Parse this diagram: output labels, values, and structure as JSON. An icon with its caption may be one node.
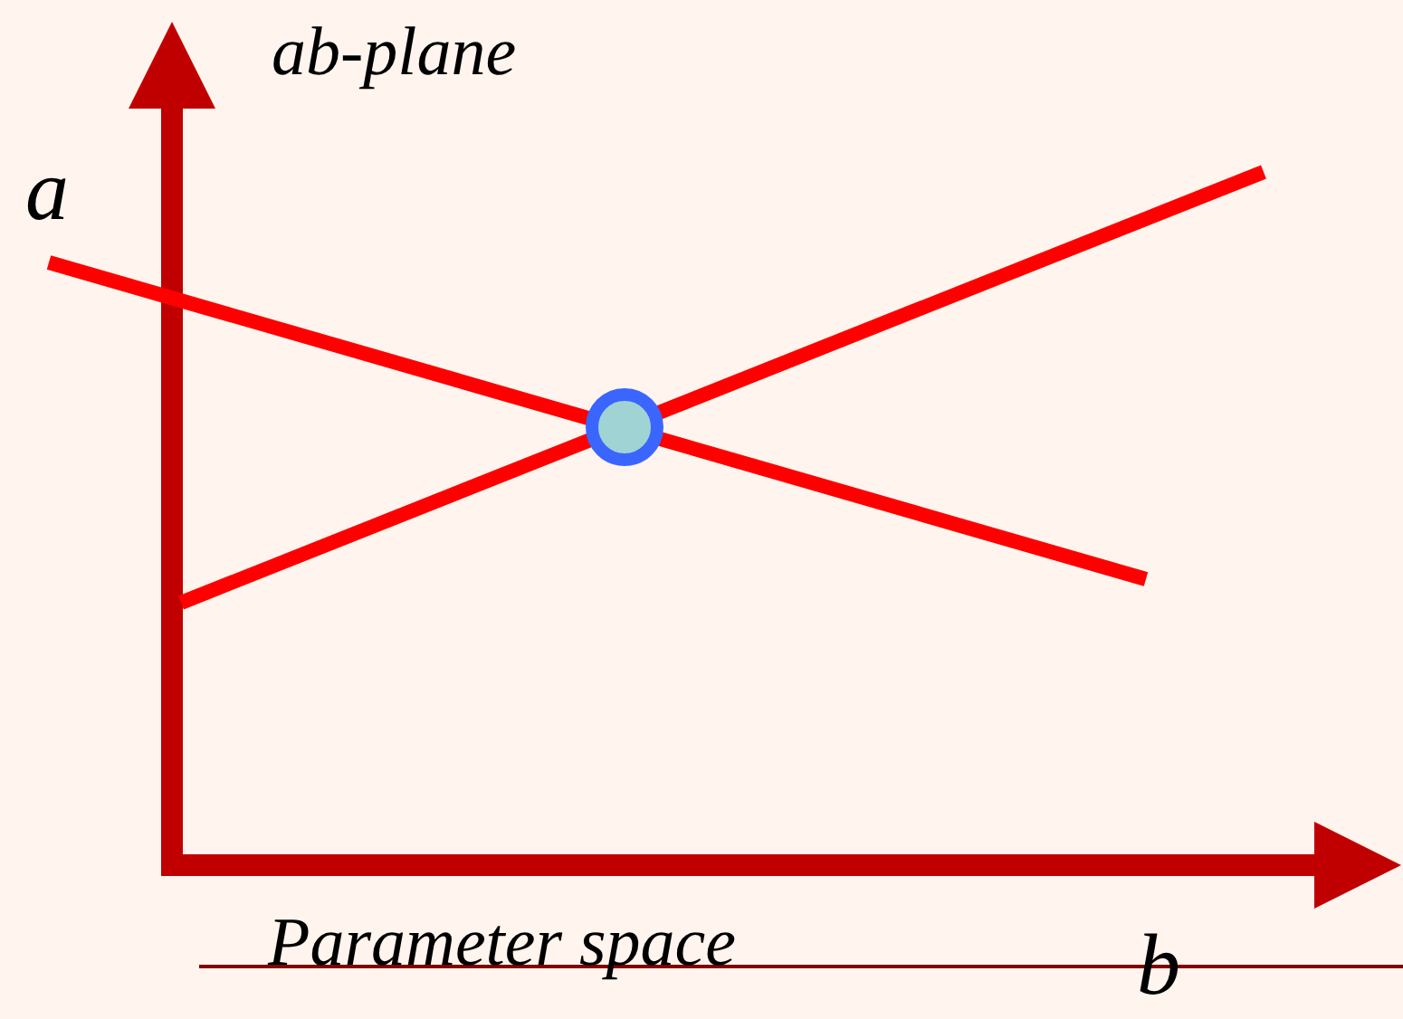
{
  "diagram": {
    "caption": "Parameter space",
    "labels": [
      "ab-plane",
      "a",
      "b"
    ]
  }
}
